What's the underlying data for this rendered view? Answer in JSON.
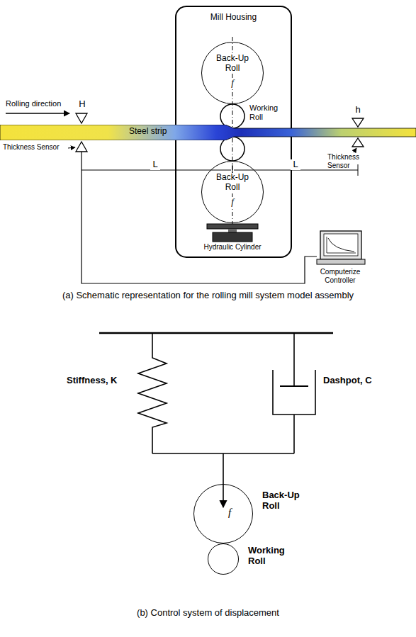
{
  "diagram": {
    "nodes": [
      {
        "text": [
          "Mill Housing"
        ]
      },
      {
        "text": [
          "Back-Up Roll",
          "f"
        ],
        "in": 0
      },
      {
        "text": [
          "Back-Up Roll",
          "f"
        ],
        "in": 0
      },
      {
        "text": [
          "Steel strip"
        ]
      },
      {
        "text": [
          "f",
          "Back-Up Roll"
        ]
      },
      {
        "text": [
          "Working Roll"
        ]
      }
    ],
    "labels": [
      "Rolling direction",
      "H",
      "Thickness Sensor",
      "L",
      "Working Roll",
      "L",
      "h",
      "Thickness Sensor",
      "Hydraulic Cylinder",
      "Computerize Controller",
      "(a) Schematic representation for the rolling mill system model assembly",
      "Stiffness, K",
      "Dashpot, C",
      "(b) Control system of displacement"
    ]
  }
}
